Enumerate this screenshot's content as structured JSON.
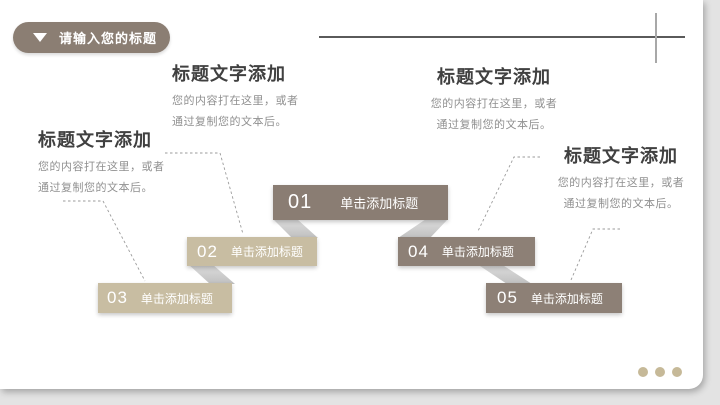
{
  "slide": {
    "banner": {
      "label": "请输入您的标题"
    },
    "text_blocks": [
      {
        "title": "标题文字添加",
        "line1": "您的内容打在这里，或者",
        "line2": "通过复制您的文本后。"
      },
      {
        "title": "标题文字添加",
        "line1": "您的内容打在这里，或者",
        "line2": "通过复制您的文本后。"
      },
      {
        "title": "标题文字添加",
        "line1": "您的内容打在这里，或者",
        "line2": "通过复制您的文本后。"
      },
      {
        "title": "标题文字添加",
        "line1": "您的内容打在这里，或者",
        "line2": "通过复制您的文本后。"
      }
    ],
    "steps": [
      {
        "number": "01",
        "label": "单击添加标题"
      },
      {
        "number": "02",
        "label": "单击添加标题"
      },
      {
        "number": "03",
        "label": "单击添加标题"
      },
      {
        "number": "04",
        "label": "单击添加标题"
      },
      {
        "number": "05",
        "label": "单击添加标题"
      }
    ],
    "colors": {
      "step_dark": "#8a7d73",
      "step_tan": "#c8bda2",
      "step_dark2": "#8d8076",
      "banner_bg": "#8b7e73",
      "ribbon_gray": "#cfcfcf",
      "crosshair_dark": "#5a5a5a",
      "crosshair_light": "#a8a8a8",
      "dots": "#c6b998",
      "title_text": "#404040",
      "desc_text": "#909090"
    }
  }
}
